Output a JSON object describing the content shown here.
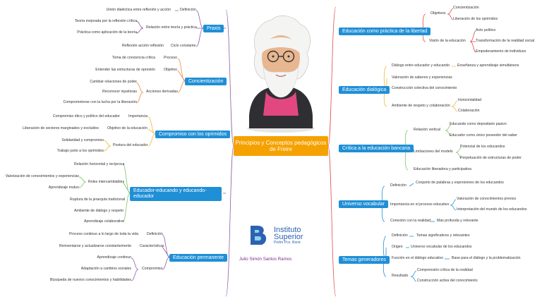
{
  "center": "Principios y Conceptos pedagógicos de Freire",
  "author": "Julio Simón Santos Ramos",
  "logo": {
    "line1": "Instituto",
    "line2": "Superior",
    "line3": "Pedro Pco. Boné"
  },
  "left": {
    "praxis": {
      "title": "Praxis",
      "items": [
        "Unión dialéctica entre reflexión y acción",
        "Definición",
        "Teoría mejorada por la reflexión crítica",
        "Práctica como aplicación de la teoría",
        "Relación entre teoría y práctica",
        "Reflexión acción reflexión",
        "Ciclo constante"
      ]
    },
    "concient": {
      "title": "Concientización",
      "items": [
        "Toma de conciencia crítica",
        "Proceso",
        "Entender las estructuras de opresión",
        "Objetivo",
        "Cambiar relaciones de poder",
        "Reconocer injusticias",
        "Comprometerse con la lucha por la liberación",
        "Acciones derivadas"
      ]
    },
    "compromiso": {
      "title": "Compromiso con los oprimidos",
      "items": [
        "Compromiso ético y político del educador",
        "Importancia",
        "Liberación de sectores marginados y excluidos",
        "Objetivo de la educación",
        "Solidaridad y compromiso",
        "Trabajo junto a los oprimidos",
        "Postura del educador"
      ]
    },
    "educador": {
      "title": "Educador-educando y educando-educador",
      "items": [
        "Relación horizontal y recíproca",
        "Valorización de conocimientos y experiencias",
        "Aprendizaje mutuo",
        "Roles intercambiables",
        "Ruptura de la jerarquía tradicional",
        "Ambiente de diálogo y respeto",
        "Aprendizaje colaborativo"
      ]
    },
    "permanente": {
      "title": "Educación permanente",
      "items": [
        "Proceso continuo a lo largo de toda la vida",
        "Definición",
        "Reinventarse y actualizarse constantemente",
        "Características",
        "Aprendizaje continuo",
        "Adaptación a cambios sociales",
        "Búsqueda de nuevos conocimientos y habilidades",
        "Compromiso"
      ]
    }
  },
  "right": {
    "libertad": {
      "title": "Educación como práctica de la libertad",
      "items": [
        "Objetivos",
        "Concientización",
        "Liberación de los oprimidos",
        "Visión de la educación",
        "Acto político",
        "Transformación de la realidad social",
        "Empoderamiento de individuos"
      ]
    },
    "dialogica": {
      "title": "Educación dialógica",
      "items": [
        "Diálogo entre educador y educando",
        "Enseñanza y aprendizaje simultáneos",
        "Valoración de saberes y experiencias",
        "Construcción colectiva del conocimiento",
        "Ambiente de respeto y colaboración",
        "Horizontalidad",
        "Colaboración"
      ]
    },
    "bancaria": {
      "title": "Crítica a la educación bancaria",
      "items": [
        "Relación vertical",
        "Educando como depositario pasivo",
        "Educador como único poseedor del saber",
        "Limitaciones del modelo",
        "Potencial de los educandos",
        "Perpetuación de estructuras de poder",
        "Educación liberadora y participativa"
      ]
    },
    "vocabular": {
      "title": "Universo vocabular",
      "items": [
        "Definición",
        "Conjunto de palabras y expresiones de los educandos",
        "Importancia en el proceso educativo",
        "Valoración de conocimientos previos",
        "Interpretación del mundo de los educandos",
        "Conexión con la realidad",
        "Más profunda y relevante"
      ]
    },
    "generadores": {
      "title": "Temas generadores",
      "items": [
        "Definición",
        "Temas significativos y relevantes",
        "Origen",
        "Universo vocabular de los educandos",
        "Función en el diálogo educativo",
        "Base para el diálogo y la problematización",
        "Resultado",
        "Comprensión crítica de la realidad",
        "Construcción activa del conocimiento"
      ]
    }
  }
}
